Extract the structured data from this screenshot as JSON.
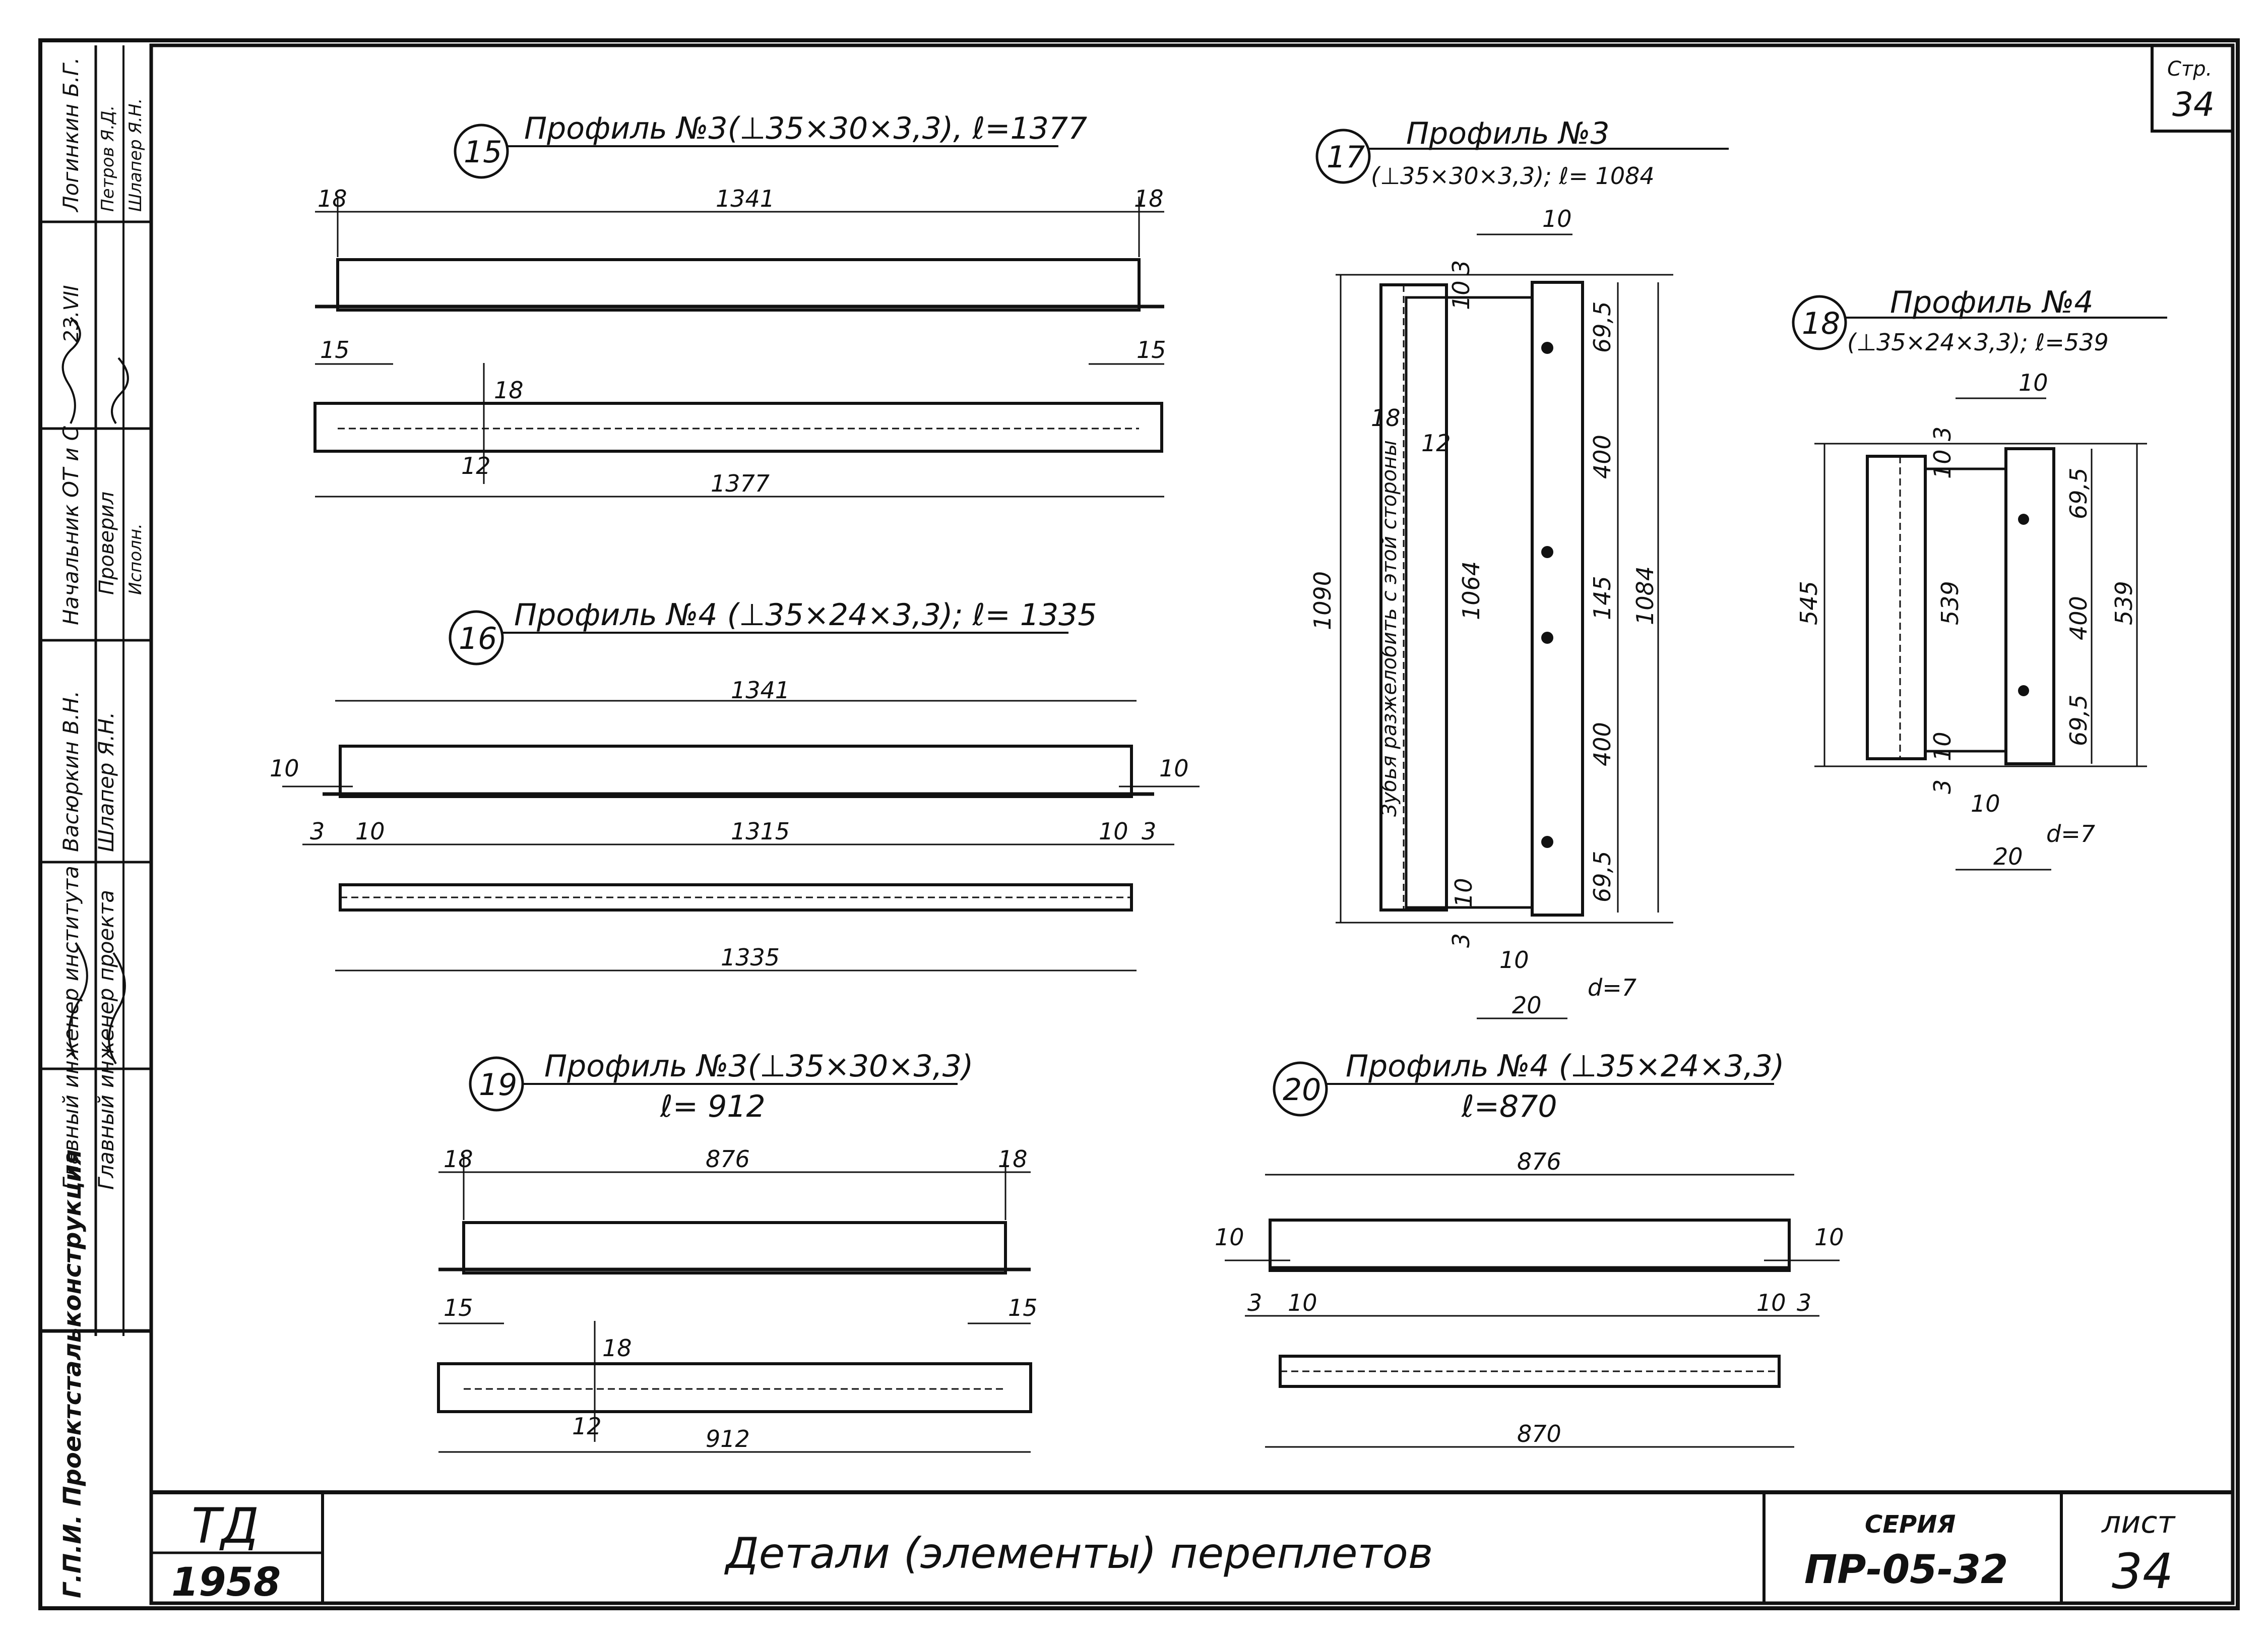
{
  "page": {
    "number_label": "Стр.",
    "number": "34"
  },
  "title_block": {
    "series_label": "СЕРИЯ",
    "series": "ПР-05-32",
    "sheet_label": "лист",
    "sheet": "34",
    "logo": "ТД",
    "year": "1958",
    "title": "Детали (элементы) переплетов"
  },
  "side_stamp": {
    "org": "Г.П.И. Проектстальконструкция",
    "roles": [
      "Главный инженер института",
      "Главный инженер проекта",
      "Начальник ОТ и С",
      "Проверил",
      "Исполн."
    ],
    "names": [
      "Васюркин В.Н.",
      "Шлапер Я.Н.",
      "Логинкин Б.Г.",
      "Петров Я.Д.",
      "Шлапер Я.Н."
    ],
    "date": "23.VII"
  },
  "details": {
    "d15": {
      "num": "15",
      "title": "Профиль №3(⊥35×30×3,3), ℓ=1377",
      "dims": {
        "top": "1341",
        "left_top": "18",
        "right_top": "18",
        "left_mid": "15",
        "right_mid": "15",
        "web": "18",
        "flange": "12",
        "bottom": "1377"
      }
    },
    "d16": {
      "num": "16",
      "title": "Профиль №4 (⊥35×24×3,3); ℓ= 1335",
      "dims": {
        "top": "1341",
        "left_a": "10",
        "right_a": "10",
        "left_b": "3",
        "left_c": "10",
        "mid": "1315",
        "right_c": "10",
        "right_b": "3",
        "bottom": "1335"
      }
    },
    "d17": {
      "num": "17",
      "title_1": "Профиль №3",
      "title_2": "(⊥35×30×3,3); ℓ= 1084",
      "dims": {
        "top": "10",
        "three": "3",
        "ten_top": "10",
        "a": "69,5",
        "b": "400",
        "c": "145",
        "d": "400",
        "e": "69,5",
        "overall": "1090",
        "inner": "1064",
        "right": "1084",
        "eighteen": "18",
        "twelve": "12",
        "ten_bot": "10",
        "three_bot": "3",
        "ten_bot2": "10",
        "twenty": "20",
        "hole": "d=7"
      },
      "note": "Зубья разжелобить с этой стороны"
    },
    "d18": {
      "num": "18",
      "title_1": "Профиль №4",
      "title_2": "(⊥35×24×3,3); ℓ=539",
      "dims": {
        "top": "10",
        "three": "3",
        "ten_top": "10",
        "a": "69,5",
        "b": "400",
        "c": "69,5",
        "left": "545",
        "inner": "539",
        "right": "539",
        "ten_bot": "10",
        "three_bot": "3",
        "ten_b2": "10",
        "twenty": "20",
        "hole": "d=7"
      }
    },
    "d19": {
      "num": "19",
      "title_1": "Профиль №3(⊥35×30×3,3)",
      "title_2": "ℓ= 912",
      "dims": {
        "top": "876",
        "left_top": "18",
        "right_top": "18",
        "left_mid": "15",
        "right_mid": "15",
        "web": "18",
        "flange": "12",
        "bottom": "912"
      }
    },
    "d20": {
      "num": "20",
      "title_1": "Профиль №4 (⊥35×24×3,3)",
      "title_2": "ℓ=870",
      "dims": {
        "top": "876",
        "left_a": "10",
        "right_a": "10",
        "left_b": "3",
        "left_c": "10",
        "right_c": "10",
        "right_b": "3",
        "bottom": "870"
      }
    }
  }
}
